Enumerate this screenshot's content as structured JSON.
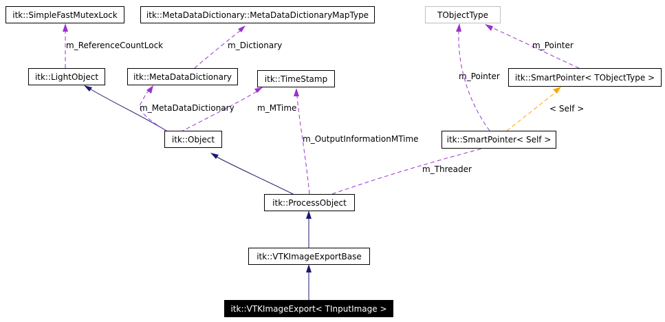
{
  "colors": {
    "inherit": "#191970",
    "usage": "#9a32cd",
    "template": "#ffa500",
    "focus_bg": "#000000"
  },
  "nodes": {
    "simple_fast_mutex_lock": "itk::SimpleFastMutexLock",
    "metadata_map_type": "itk::MetaDataDictionary::MetaDataDictionaryMapType",
    "tobject_type": "TObjectType",
    "light_object": "itk::LightObject",
    "metadata_dictionary": "itk::MetaDataDictionary",
    "time_stamp": "itk::TimeStamp",
    "smart_pointer_tobject": "itk::SmartPointer< TObjectType >",
    "object": "itk::Object",
    "smart_pointer_self": "itk::SmartPointer< Self >",
    "process_object": "itk::ProcessObject",
    "vtk_image_export_base": "itk::VTKImageExportBase",
    "vtk_image_export": "itk::VTKImageExport< TInputImage >"
  },
  "edge_labels": {
    "reference_count_lock": "m_ReferenceCountLock",
    "dictionary": "m_Dictionary",
    "pointer_top": "m_Pointer",
    "pointer_left": "m_Pointer",
    "self": "< Self >",
    "metadata_dictionary": "m_MetaDataDictionary",
    "mtime": "m_MTime",
    "output_information_mtime": "m_OutputInformationMTime",
    "threader": "m_Threader"
  }
}
